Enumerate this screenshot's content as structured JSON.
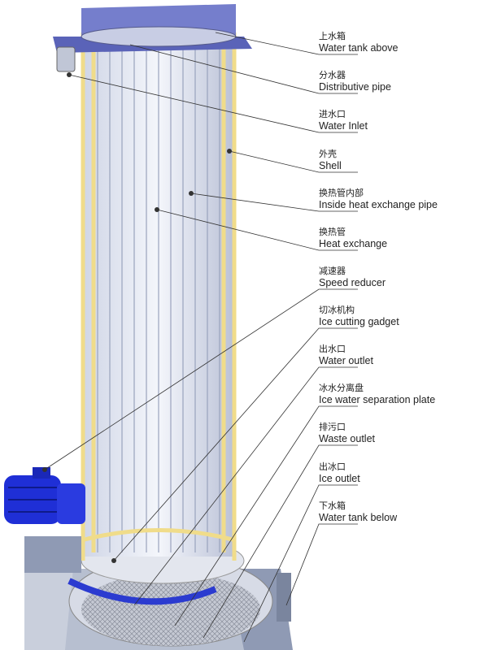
{
  "colors": {
    "tank": "#5a63b8",
    "frame": "#f2e3a0",
    "tube": "#e6e9f2",
    "motor": "#1f2fd6",
    "base": "#aab4c8"
  },
  "labels": [
    {
      "cn": "上水箱",
      "en": "Water tank above"
    },
    {
      "cn": "分水器",
      "en": "Distributive pipe"
    },
    {
      "cn": "进水口",
      "en": "Water Inlet"
    },
    {
      "cn": "外壳",
      "en": "Shell"
    },
    {
      "cn": "换热管内部",
      "en": "Inside heat exchange pipe"
    },
    {
      "cn": "换热管",
      "en": "Heat exchange"
    },
    {
      "cn": "减速器",
      "en": "Speed reducer"
    },
    {
      "cn": "切冰机构",
      "en": "Ice cutting gadget"
    },
    {
      "cn": "出水口",
      "en": "Water outlet"
    },
    {
      "cn": "冰水分离盘",
      "en": "Ice water separation plate"
    },
    {
      "cn": "排污口",
      "en": "Waste outlet"
    },
    {
      "cn": "出冰口",
      "en": "Ice outlet"
    },
    {
      "cn": "下水箱",
      "en": "Water tank below"
    }
  ]
}
